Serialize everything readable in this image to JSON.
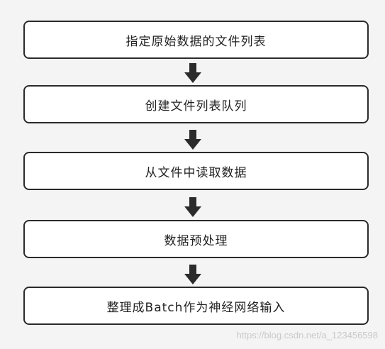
{
  "steps": [
    "指定原始数据的文件列表",
    "创建文件列表队列",
    "从文件中读取数据",
    "数据预处理",
    "整理成Batch作为神经网络输入"
  ],
  "watermark": "https://blog.csdn.net/a_123456598",
  "colors": {
    "box_border": "#2a2a2a",
    "arrow": "#2b2b2b",
    "background": "#f4f4f4"
  }
}
